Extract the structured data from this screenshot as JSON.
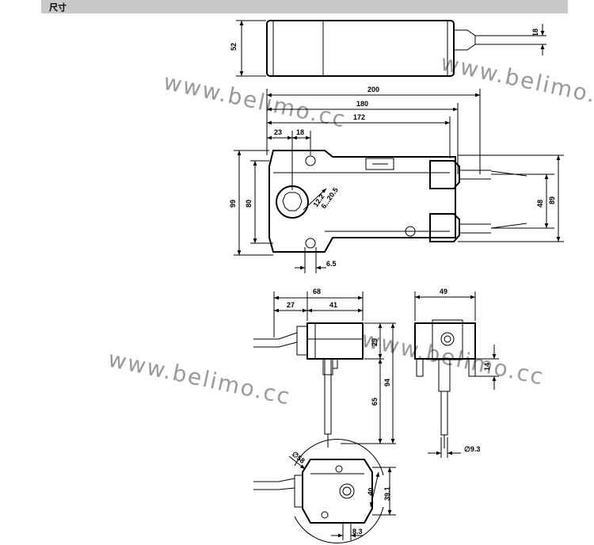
{
  "header": {
    "title": "尺寸"
  },
  "watermark": {
    "text": "www.belimo.cc"
  },
  "dimensions": {
    "top_view": {
      "height": "52",
      "cable": "18"
    },
    "front_view": {
      "len200": "200",
      "len180": "180",
      "len172": "172",
      "d23": "23",
      "d18": "18",
      "h99": "99",
      "h80": "80",
      "h48": "48",
      "h89": "89",
      "shaft": "12.2",
      "shaft_range": "6...20.5",
      "d65": "6.5"
    },
    "side_view": {
      "w68": "68",
      "w27": "27",
      "w41": "41",
      "h29": "29",
      "h94": "94",
      "h65": "65"
    },
    "end_view": {
      "w49": "49",
      "h14": "14",
      "dia": "∅9.3"
    },
    "bottom_view": {
      "dia58": "∅58",
      "h40": "40",
      "h391": "39.1",
      "w83": "8.3"
    }
  }
}
